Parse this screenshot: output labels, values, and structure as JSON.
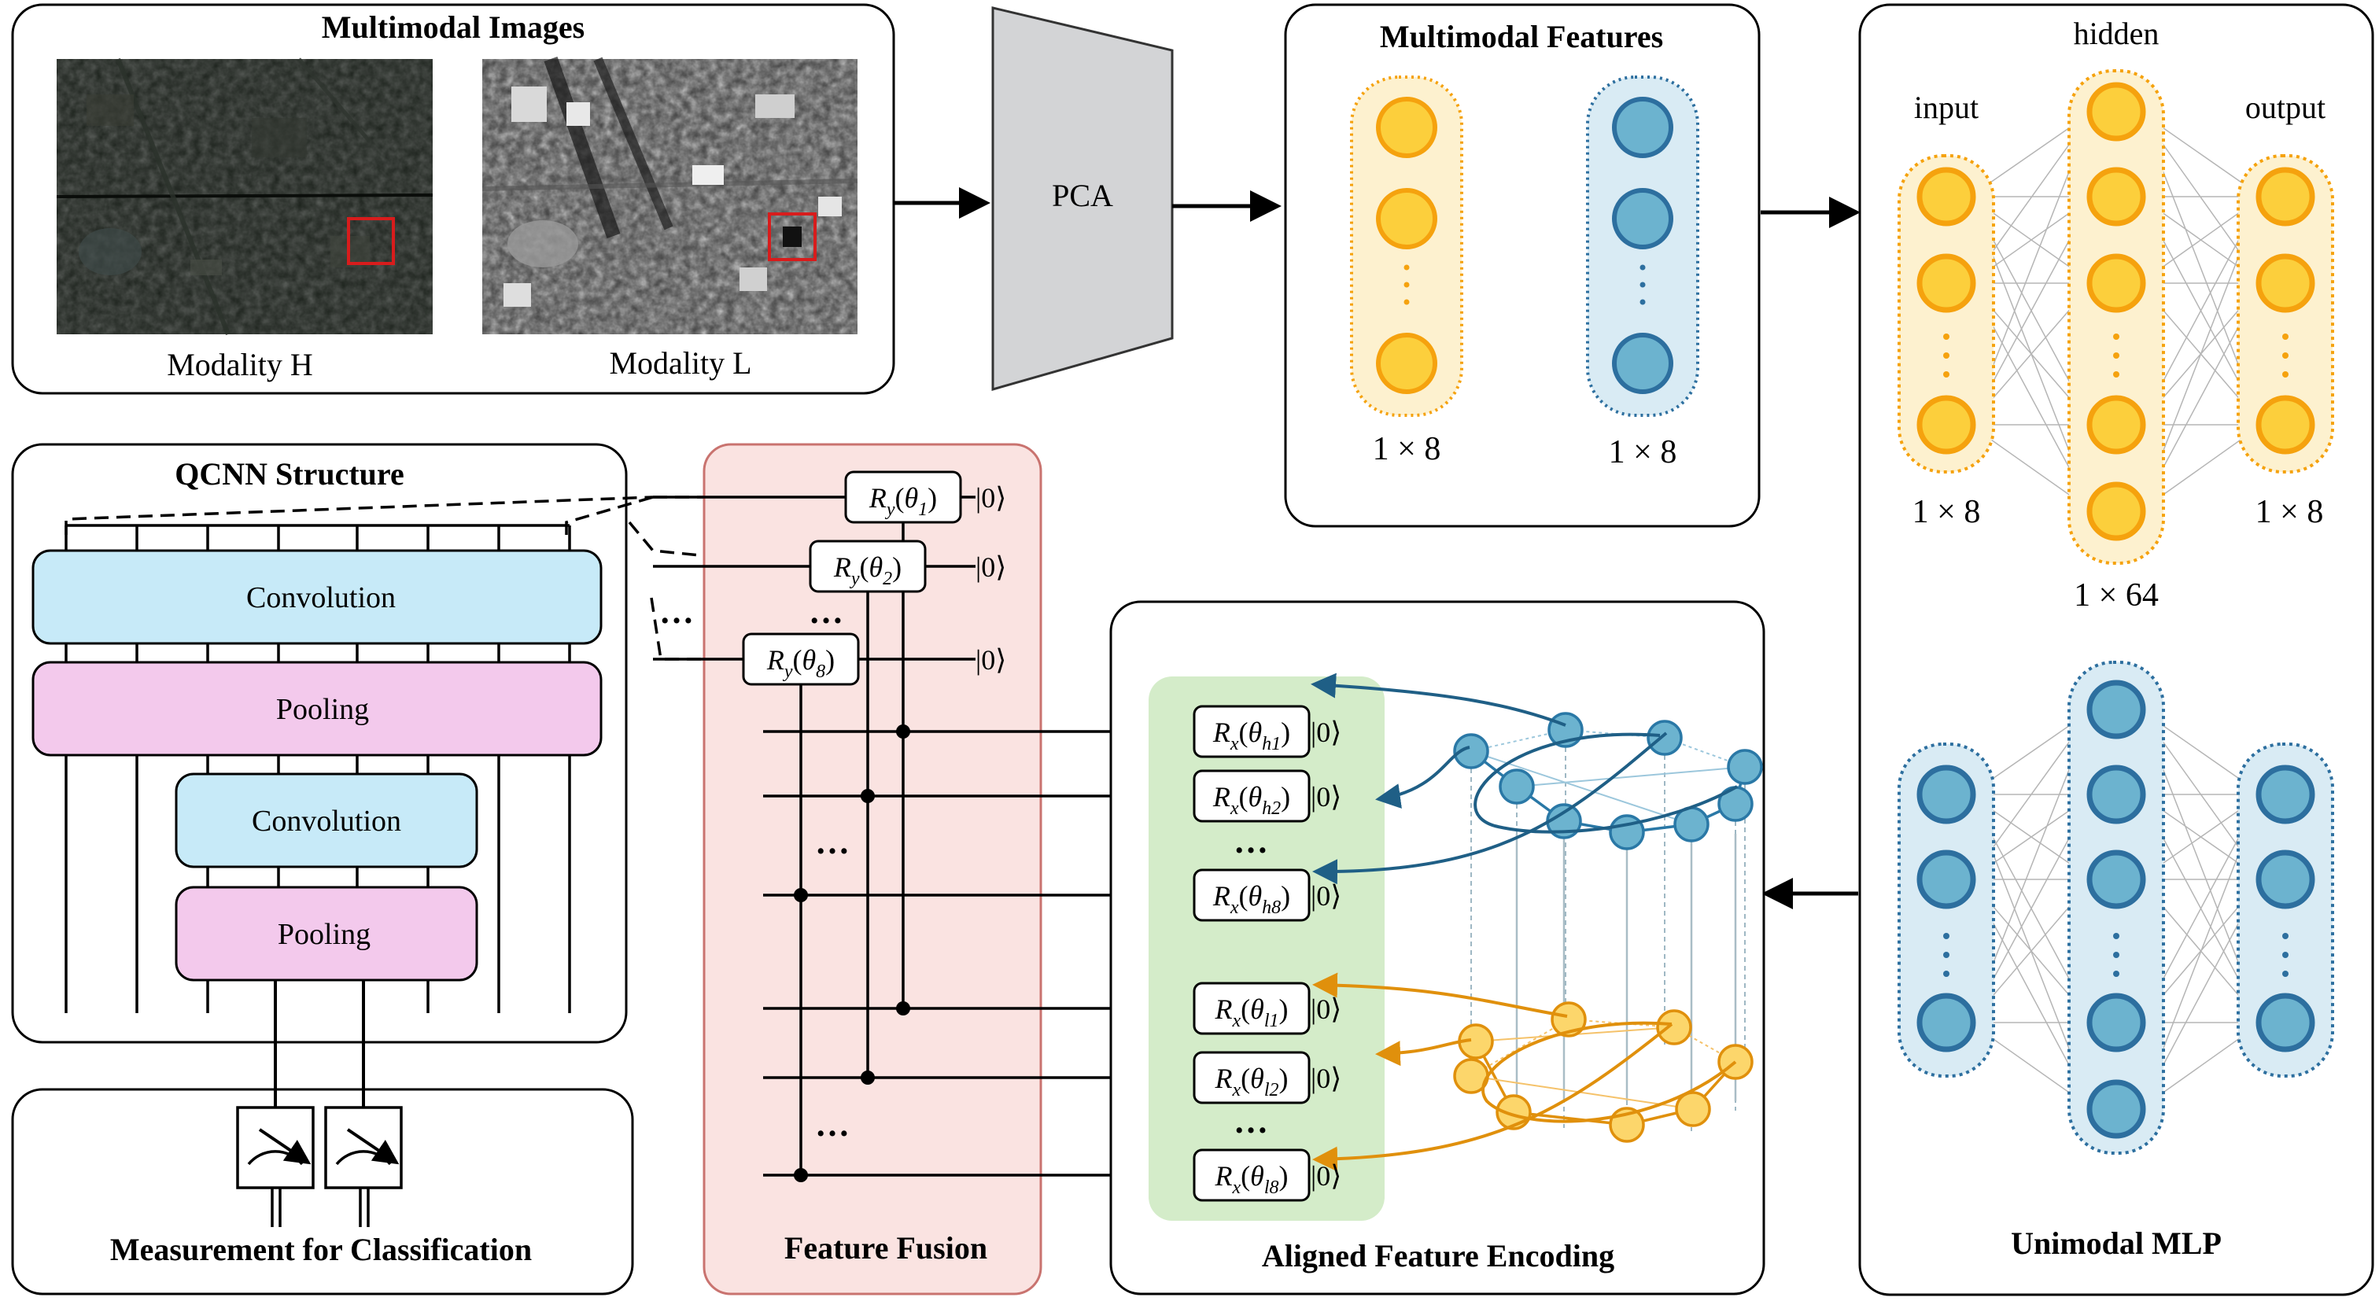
{
  "images_panel": {
    "title": "Multimodal Images",
    "modality_h": "Modality H",
    "modality_l": "Modality L"
  },
  "pca": {
    "label": "PCA"
  },
  "features_panel": {
    "title": "Multimodal Features",
    "dim_left": "1 × 8",
    "dim_right": "1 × 8"
  },
  "mlp_panel": {
    "title": "Unimodal MLP",
    "input": "input",
    "hidden": "hidden",
    "output": "output",
    "dim_input": "1 × 8",
    "dim_output": "1 × 8",
    "dim_hidden": "1 × 64"
  },
  "qcnn_panel": {
    "title": "QCNN Structure",
    "conv1": "Convolution",
    "pool1": "Pooling",
    "conv2": "Convolution",
    "pool2": "Pooling",
    "ellipsis": "…"
  },
  "measure_panel": {
    "title": "Measurement for Classification"
  },
  "fusion_panel": {
    "title": "Feature Fusion",
    "gate_prefix": "R",
    "gate_sub": "y",
    "thetas": [
      "1",
      "2",
      "8"
    ],
    "ket": "|0⟩",
    "ellipsis": "…"
  },
  "encoding_panel": {
    "title": "Aligned Feature Encoding",
    "gate_prefix": "R",
    "gate_sub": "x",
    "h_thetas": [
      "h1",
      "h2",
      "h8"
    ],
    "l_thetas": [
      "l1",
      "l2",
      "l8"
    ],
    "ket": "|0⟩",
    "ellipsis": "…"
  },
  "colors": {
    "yellow_fill": "#fccf3c",
    "yellow_stroke": "#f5a20e",
    "yellow_bg": "#fdf1cf",
    "blue_fill": "#6cb3cf",
    "blue_stroke": "#2d6f9f",
    "blue_bg": "#d9ebf4",
    "conv_fill": "#c7eaf8",
    "pool_fill": "#f3c9ec",
    "fusion_bg": "#fae3e1",
    "fusion_stroke": "#c9736f",
    "encoding_bg": "#d4ecc9",
    "pca_fill": "#d3d4d6"
  }
}
